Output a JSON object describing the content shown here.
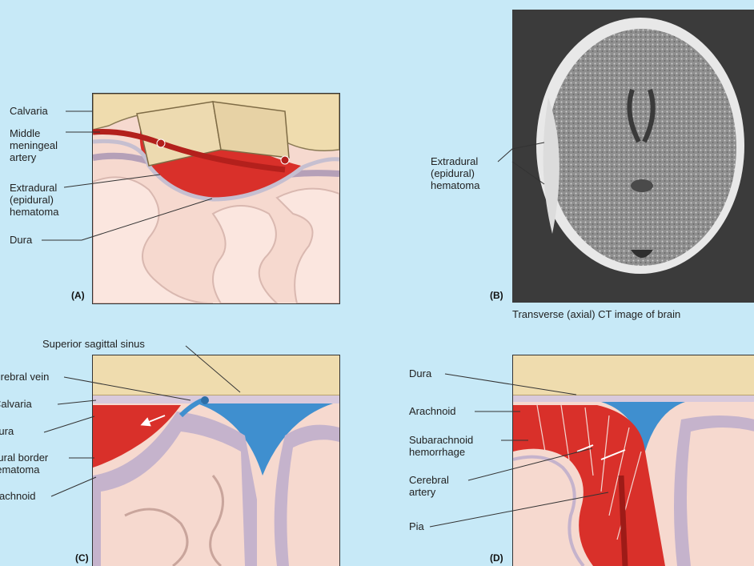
{
  "panel_a": {
    "panel_letter": "(A)",
    "labels": {
      "calvaria": "Calvaria",
      "middle_meningeal_artery": "Middle\nmeningeal\nartery",
      "extradural_hematoma": "Extradural\n(epidural)\nhematoma",
      "dura": "Dura"
    }
  },
  "panel_b": {
    "panel_letter": "(B)",
    "caption": "Transverse (axial) CT image of brain",
    "labels": {
      "extradural_hematoma": "Extradural\n(epidural)\nhematoma"
    }
  },
  "panel_c": {
    "panel_letter": "(C)",
    "labels": {
      "superior_sagittal_sinus": "Superior sagittal sinus",
      "cerebral_vein": "Cerebral vein",
      "calvaria": "Calvaria",
      "dura": "Dura",
      "dural_border_hematoma": "Dural border\nhematoma",
      "arachnoid": "Arachnoid"
    }
  },
  "panel_d": {
    "panel_letter": "(D)",
    "labels": {
      "dura": "Dura",
      "arachnoid": "Arachnoid",
      "subarachnoid_hemorrhage": "Subarachnoid\nhemorrhage",
      "cerebral_artery": "Cerebral\nartery",
      "pia": "Pia"
    }
  },
  "colors": {
    "background": "#c7e9f7",
    "bone": "#efdcae",
    "blood": "#d9302a",
    "brain": "#f6d9cf",
    "sinus": "#3f8fcf",
    "dura": "#b9a9c2"
  }
}
